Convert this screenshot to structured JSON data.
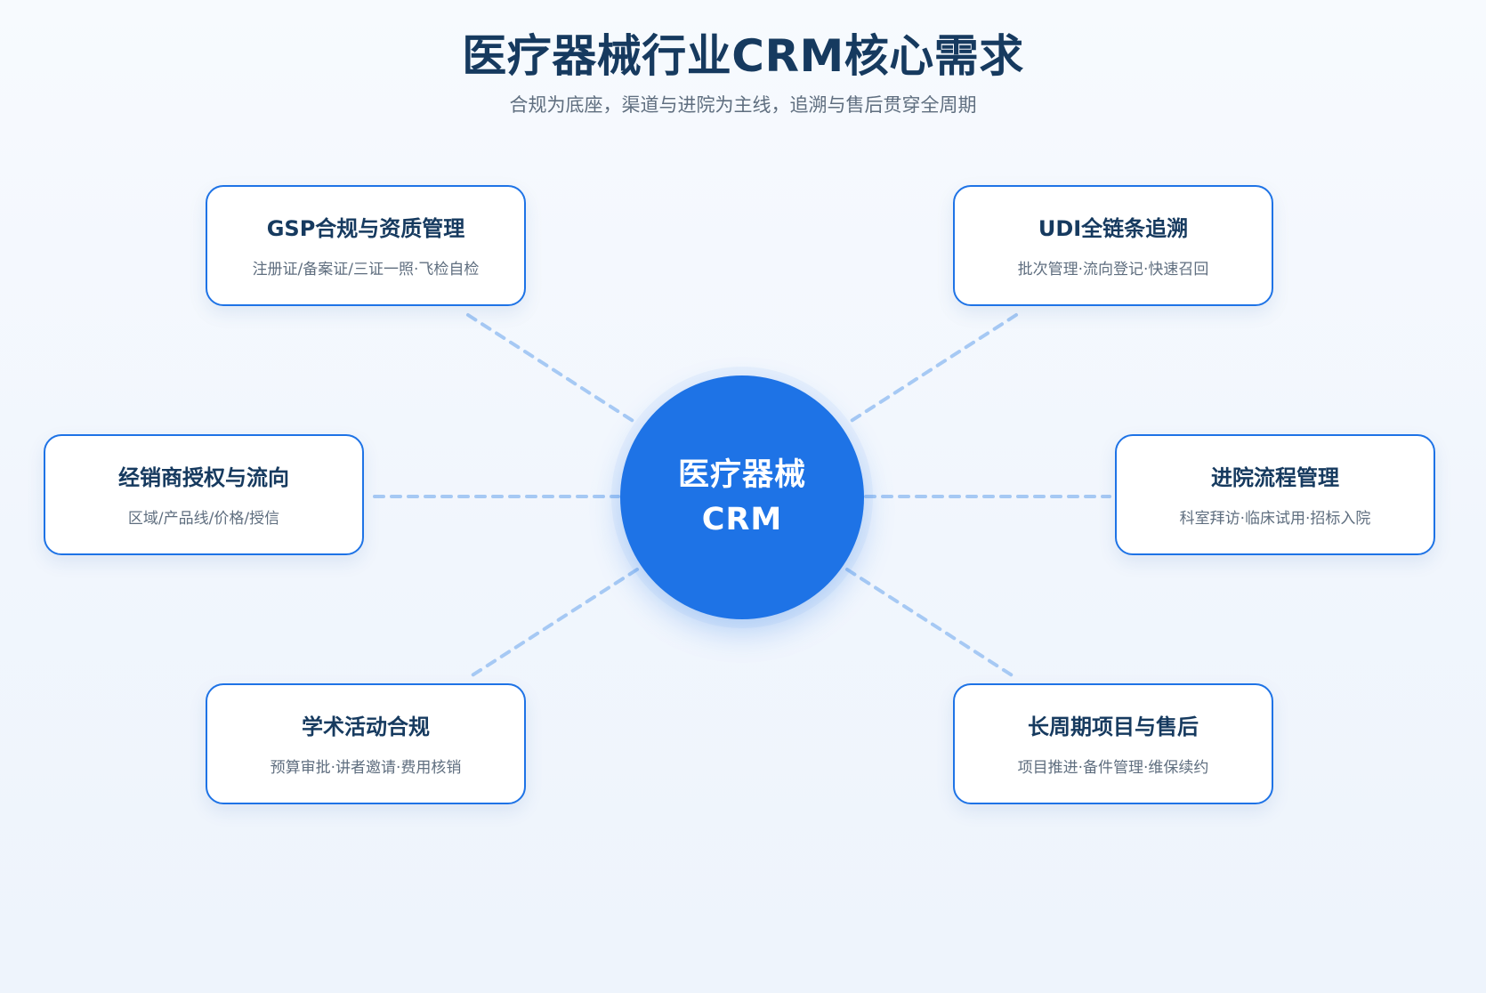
{
  "header": {
    "title": "医疗器械行业CRM核心需求",
    "subtitle": "合规为底座，渠道与进院为主线，追溯与售后贯穿全周期"
  },
  "hub": {
    "line1": "医疗器械",
    "line2": "CRM"
  },
  "nodes": [
    {
      "title": "GSP合规与资质管理",
      "desc": "注册证/备案证/三证一照·飞检自检"
    },
    {
      "title": "UDI全链条追溯",
      "desc": "批次管理·流向登记·快速召回"
    },
    {
      "title": "经销商授权与流向",
      "desc": "区域/产品线/价格/授信"
    },
    {
      "title": "进院流程管理",
      "desc": "科室拜访·临床试用·招标入院"
    },
    {
      "title": "学术活动合规",
      "desc": "预算审批·讲者邀请·费用核销"
    },
    {
      "title": "长周期项目与售后",
      "desc": "项目推进·备件管理·维保续约"
    }
  ],
  "colors": {
    "primary": "#1e73e6",
    "title_text": "#163a5f",
    "muted_text": "#5f6e7f",
    "connector": "#a6c9f4"
  }
}
